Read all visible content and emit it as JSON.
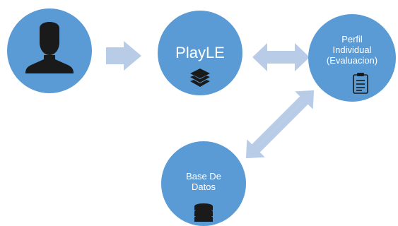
{
  "nodes": {
    "user": {
      "icon": "user-silhouette-icon"
    },
    "playle": {
      "label": "PlayLE",
      "icon": "layers-icon"
    },
    "perfil": {
      "line1": "Perfil",
      "line2": "Individual",
      "line3": "(Evaluacion)",
      "icon": "clipboard-icon"
    },
    "base": {
      "line1": "Base De",
      "line2": "Datos",
      "icon": "database-icon"
    }
  },
  "colors": {
    "node": "#5b9bd5",
    "arrow": "#b8cce8",
    "icon_dark": "#1a1a1a",
    "text": "#ffffff"
  },
  "connectors": [
    {
      "from": "user",
      "to": "playle",
      "type": "single-arrow"
    },
    {
      "from": "playle",
      "to": "perfil",
      "type": "double-arrow"
    },
    {
      "from": "perfil",
      "to": "base",
      "type": "double-arrow"
    }
  ]
}
